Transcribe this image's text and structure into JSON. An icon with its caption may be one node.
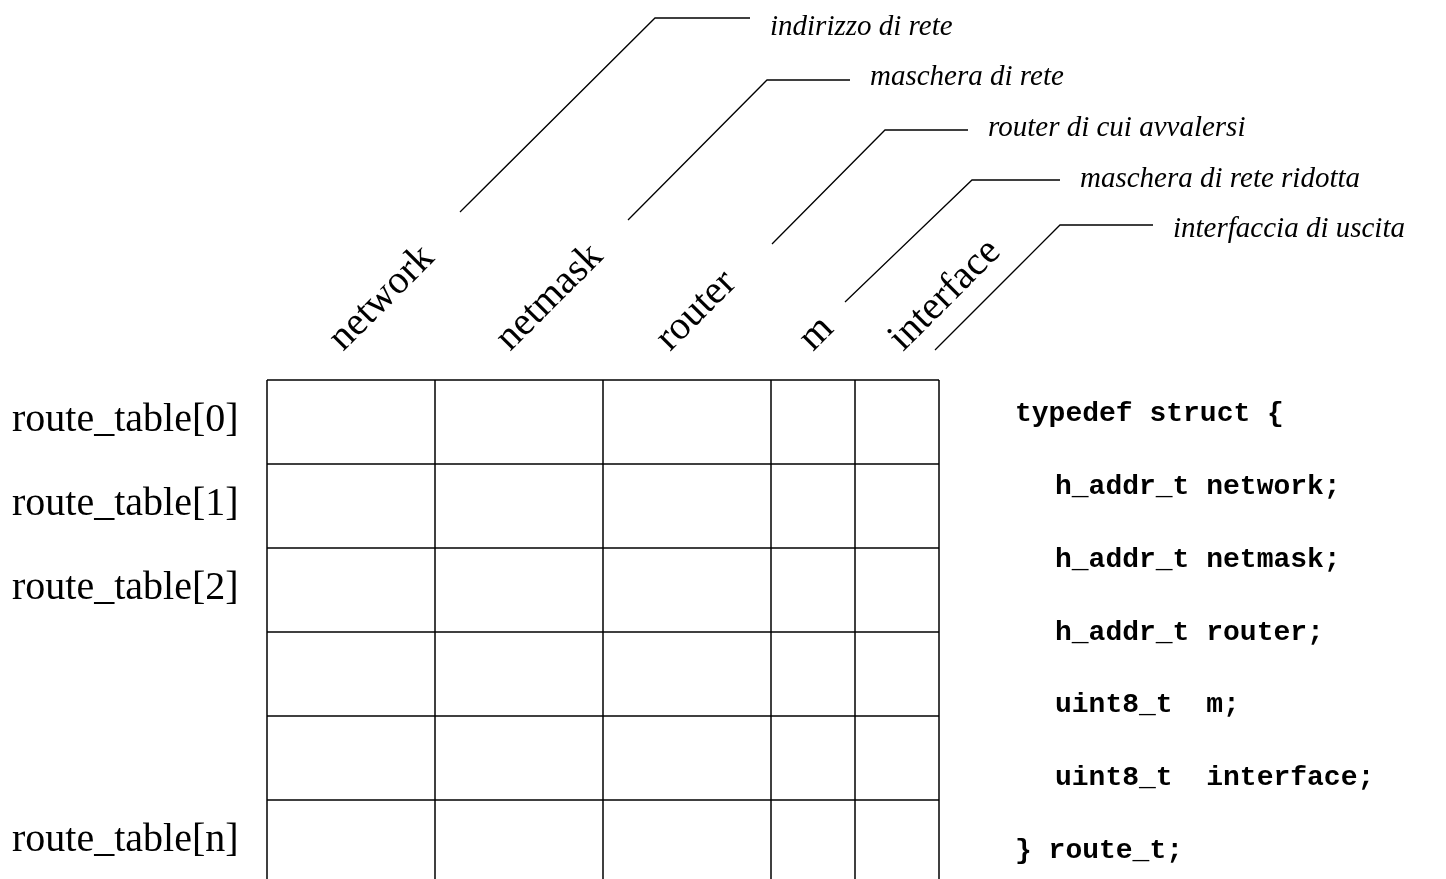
{
  "diagram": {
    "nodes": [
      {
        "text": [
          "indirizzo di rete"
        ]
      },
      {
        "text": [
          "maschera di rete"
        ]
      },
      {
        "text": [
          "router di cui avvalersi"
        ]
      },
      {
        "text": [
          "maschera di rete ridotta"
        ]
      },
      {
        "text": [
          "interfaccia di uscita"
        ]
      },
      {
        "text": [
          "network"
        ]
      },
      {
        "text": [
          "netmask"
        ]
      },
      {
        "text": [
          "router"
        ]
      },
      {
        "text": [
          "m"
        ]
      },
      {
        "text": [
          "interface"
        ]
      }
    ],
    "edges": [
      {
        "from": 0,
        "to": 5,
        "arrow": "none"
      },
      {
        "from": 1,
        "to": 6,
        "arrow": "none"
      },
      {
        "from": 2,
        "to": 7,
        "arrow": "none"
      },
      {
        "from": 3,
        "to": 8,
        "arrow": "none"
      },
      {
        "from": 4,
        "to": 9,
        "arrow": "none"
      }
    ],
    "labels": [
      "route_table[0]",
      "route_table[1]",
      "route_table[2]",
      "route_table[n]",
      "typedef struct {",
      "h_addr_t network;",
      "h_addr_t netmask;",
      "h_addr_t router;",
      "uint8_t  m;",
      "uint8_t  interface;",
      "} route_t;"
    ]
  }
}
